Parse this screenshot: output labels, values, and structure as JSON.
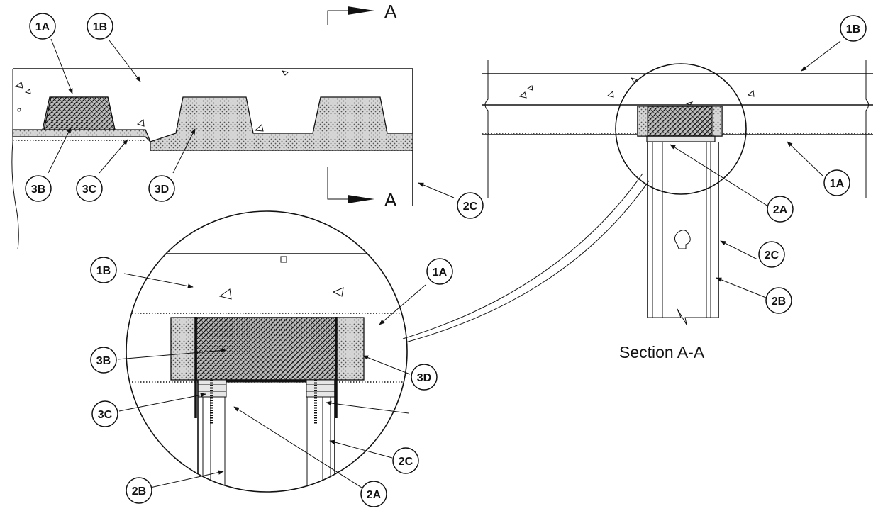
{
  "section_marker": "A",
  "section_title": "Section A-A",
  "callouts": {
    "c1": "1A",
    "c2": "1B",
    "c3": "3B",
    "c4": "3C",
    "c5": "3D",
    "c6": "2C",
    "c7": "1B",
    "c8": "1A",
    "c9": "2A",
    "c10": "2C",
    "c11": "2B",
    "c12": "1B",
    "c13": "1A",
    "c14": "3B",
    "c15": "3D",
    "c16": "3C",
    "c17": "2C",
    "c18": "2B",
    "c19": "2A"
  },
  "colors": {
    "line": "#111111",
    "background": "#ffffff"
  }
}
